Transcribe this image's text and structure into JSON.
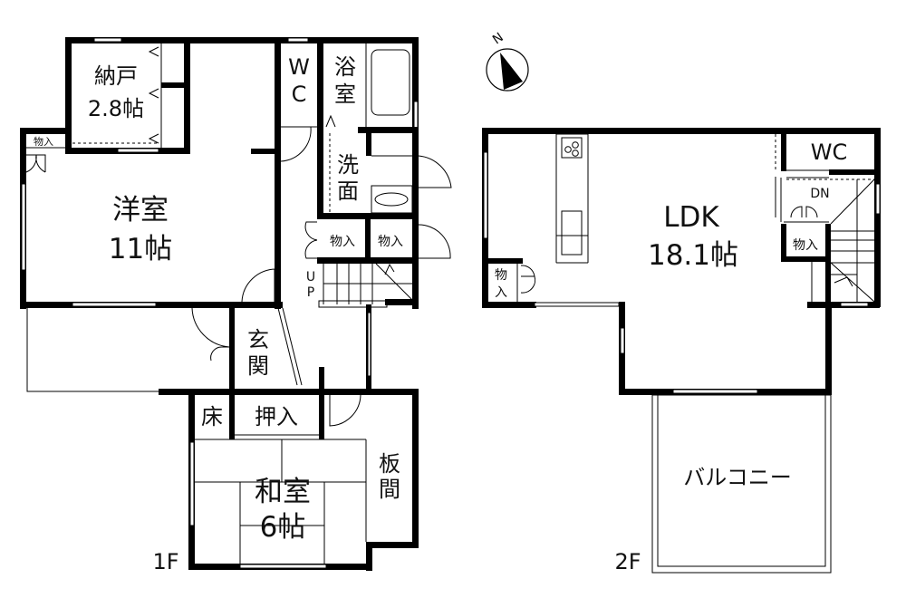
{
  "floor_1": {
    "label": "1F",
    "rooms": {
      "storage_room": {
        "name": "納戸",
        "size": "2.8帖"
      },
      "western_room": {
        "name": "洋室",
        "size": "11帖"
      },
      "wc": {
        "line1": "W",
        "line2": "C"
      },
      "bath": {
        "line1": "浴",
        "line2": "室"
      },
      "washroom": {
        "line1": "洗",
        "line2": "面"
      },
      "closet_west": "物入",
      "closet_hall_1": "物入",
      "closet_hall_2": "物入",
      "stairs_up": {
        "line1": "U",
        "line2": "P"
      },
      "entrance": {
        "line1": "玄",
        "line2": "関"
      },
      "alcove": "床",
      "closet_futon": "押入",
      "japanese_room": {
        "name": "和室",
        "size": "6帖"
      },
      "wood_floor": {
        "line1": "板",
        "line2": "間"
      }
    }
  },
  "floor_2": {
    "label": "2F",
    "rooms": {
      "ldk": {
        "name": "LDK",
        "size": "18.1帖"
      },
      "wc": "WC",
      "stairs_down": "DN",
      "closet_stairs": "物入",
      "closet_kitchen": {
        "line1": "物",
        "line2": "入"
      },
      "balcony": "バルコニー"
    }
  },
  "compass": {
    "north_label": "N"
  }
}
